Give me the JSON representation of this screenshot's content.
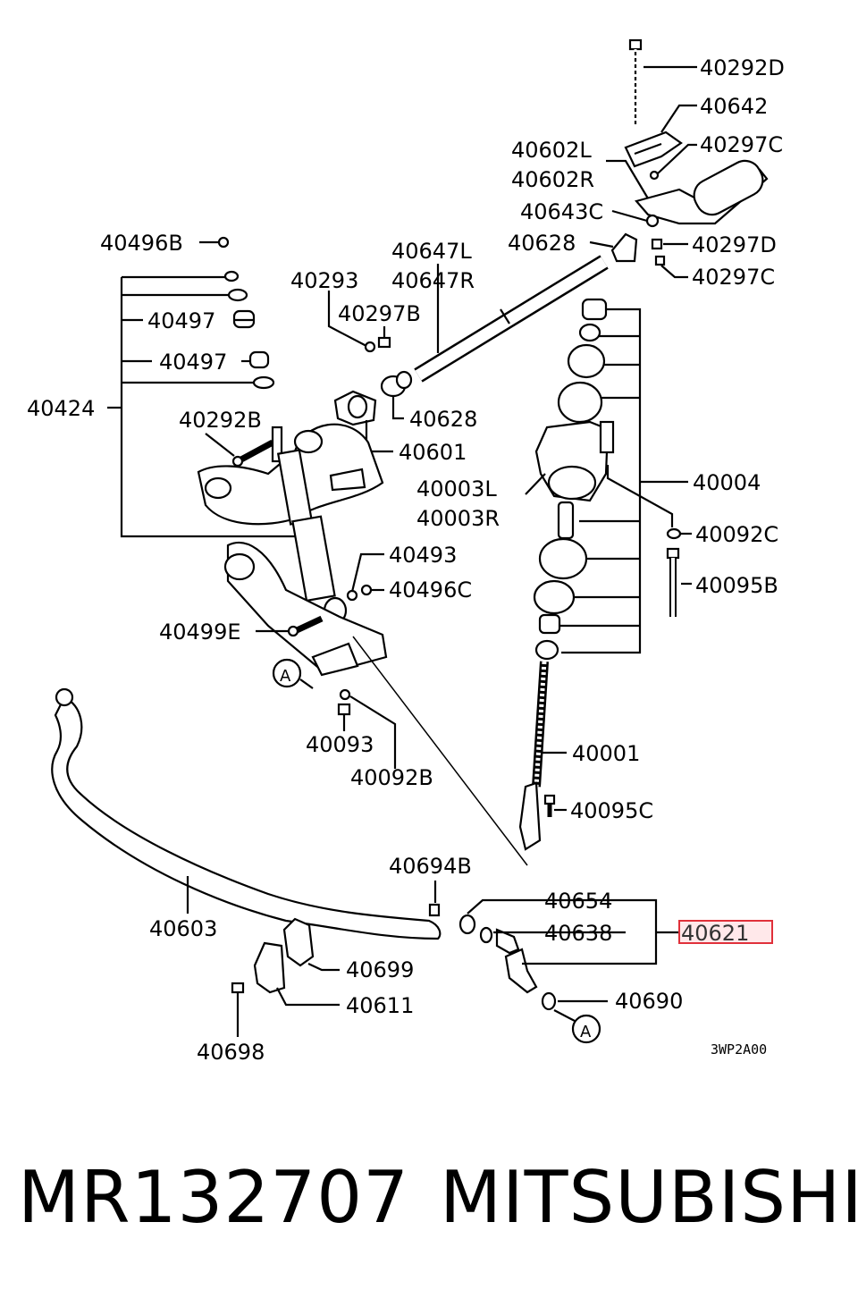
{
  "labels": {
    "l40292D": "40292D",
    "l40642": "40642",
    "l40602L": "40602L",
    "l40297C_a": "40297C",
    "l40602R": "40602R",
    "l40643C": "40643C",
    "l40628_a": "40628",
    "l40297D": "40297D",
    "l40297C_b": "40297C",
    "l40496B": "40496B",
    "l40647L": "40647L",
    "l40647R": "40647R",
    "l40293": "40293",
    "l40297B": "40297B",
    "l40497_a": "40497",
    "l40497_b": "40497",
    "l40424": "40424",
    "l40628_b": "40628",
    "l40292B": "40292B",
    "l40601": "40601",
    "l40004": "40004",
    "l40003L": "40003L",
    "l40003R": "40003R",
    "l40092C": "40092C",
    "l40493": "40493",
    "l40496C": "40496C",
    "l40095B": "40095B",
    "l40499E": "40499E",
    "lA_top": "A",
    "l40093": "40093",
    "l40001": "40001",
    "l40092B": "40092B",
    "l40095C": "40095C",
    "l40694B": "40694B",
    "l40603": "40603",
    "l40654": "40654",
    "l40638": "40638",
    "l40621": "40621",
    "l40699": "40699",
    "l40611": "40611",
    "l40690": "40690",
    "lA_bottom": "A",
    "l40698": "40698"
  },
  "diagram_code": "3WP2A00",
  "footer": {
    "part_number": "MR132707",
    "brand": "MITSUBISHI"
  },
  "colors": {
    "highlight_box": "#e0303a",
    "highlight_fill": "#ffe8ea"
  }
}
